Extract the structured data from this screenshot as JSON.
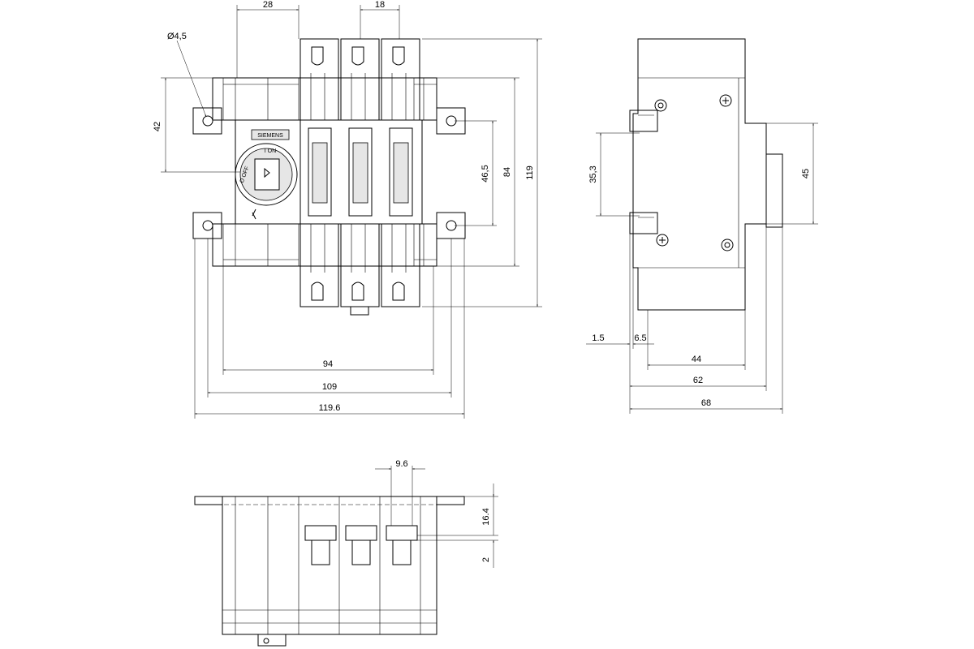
{
  "front_view": {
    "dimensions": {
      "hole_diameter": "Ø4,5",
      "top_width_28": "28",
      "pole_pitch_18": "18",
      "height_42": "42",
      "height_46_5": "46,5",
      "height_84": "84",
      "height_119": "119",
      "width_94": "94",
      "width_109": "109",
      "width_119_6": "119.6"
    },
    "brand_label": "SIEMENS",
    "handle_on": "I ON",
    "handle_off": "O OFF"
  },
  "side_view": {
    "dimensions": {
      "height_35_3": "35,3",
      "height_45": "45",
      "offset_1_5": "1.5",
      "offset_6_5": "6.5",
      "depth_44": "44",
      "depth_62": "62",
      "depth_68": "68"
    }
  },
  "bottom_view": {
    "dimensions": {
      "pitch_9_6": "9.6",
      "height_16_4": "16.4",
      "height_2": "2"
    }
  }
}
